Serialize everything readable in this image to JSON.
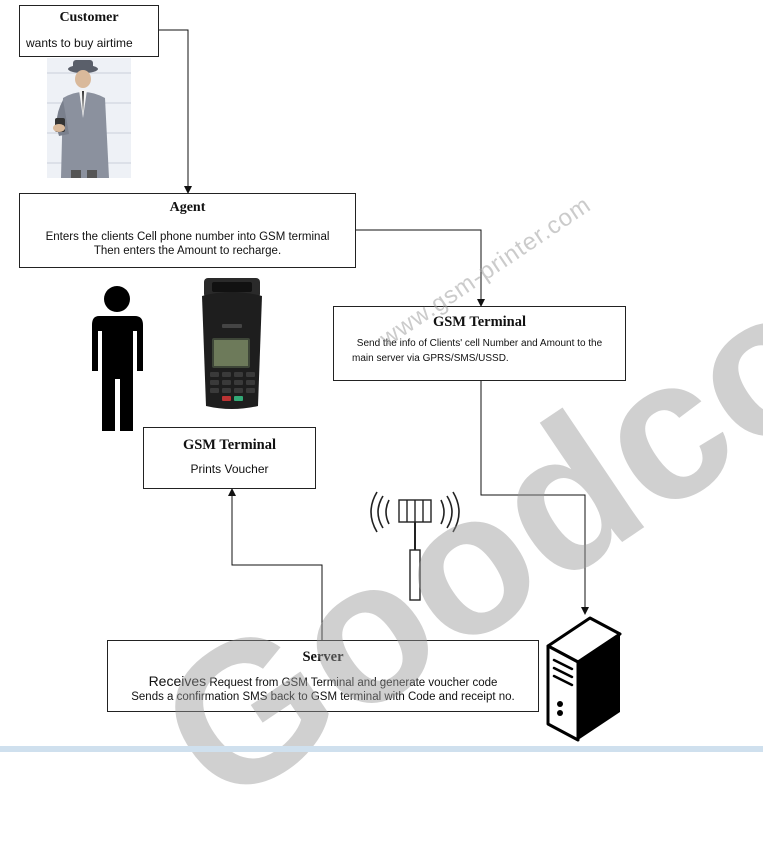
{
  "customer": {
    "title": "Customer",
    "text": "wants to buy airtime"
  },
  "agent": {
    "title": "Agent",
    "line1": "Enters the clients Cell phone number into GSM terminal",
    "line2": "Then enters the Amount to recharge."
  },
  "gsm_terminal_send": {
    "title": "GSM Terminal",
    "line1": "Send the info of Clients' cell Number and Amount to the",
    "line2": "main server via GPRS/SMS/USSD."
  },
  "gsm_terminal_print": {
    "title": "GSM Terminal",
    "text": "Prints Voucher"
  },
  "server": {
    "title": "Server",
    "line1_lead": "Receives",
    "line1_rest": " Request from GSM Terminal and generate voucher code",
    "line2": "Sends a confirmation SMS back to GSM terminal with Code and receipt no."
  },
  "watermark": {
    "brand": "Goodcom",
    "url": "www.gsm-printer.com"
  }
}
